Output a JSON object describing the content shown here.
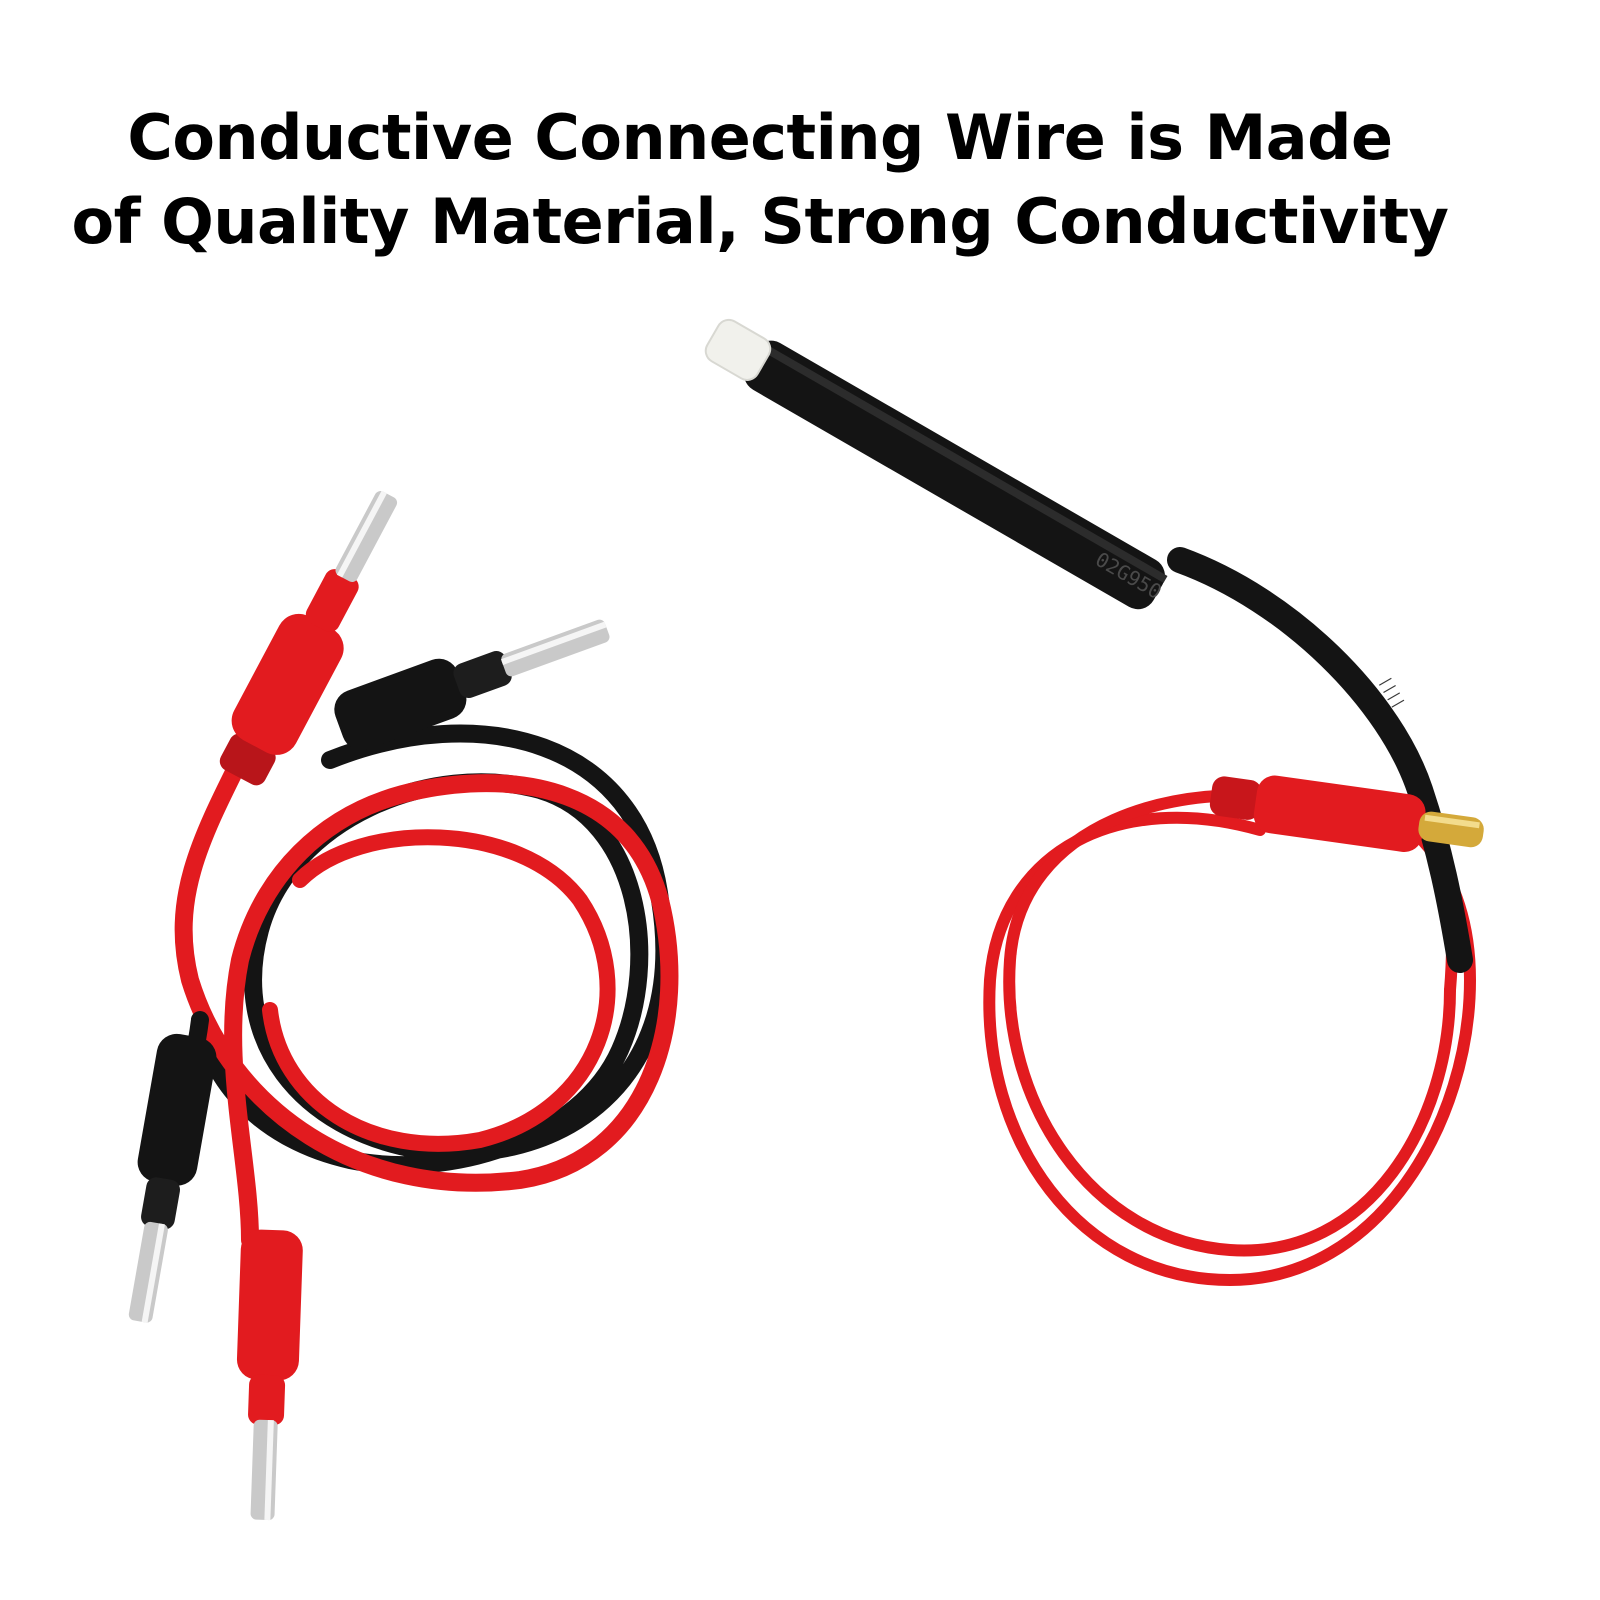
{
  "headline": {
    "line1": "Conductive Connecting Wire is Made",
    "line2": "of Quality Material, Strong Conductivity"
  },
  "colors": {
    "background": "#ffffff",
    "text": "#000000",
    "red_lead": "#e21b1f",
    "black_lead": "#141414",
    "metal_pin": "#c9c9c9",
    "gold_pin": "#d4a93a",
    "white_tip": "#f1f1ec"
  },
  "cable_print": {
    "sleeve_code": "02G950"
  }
}
